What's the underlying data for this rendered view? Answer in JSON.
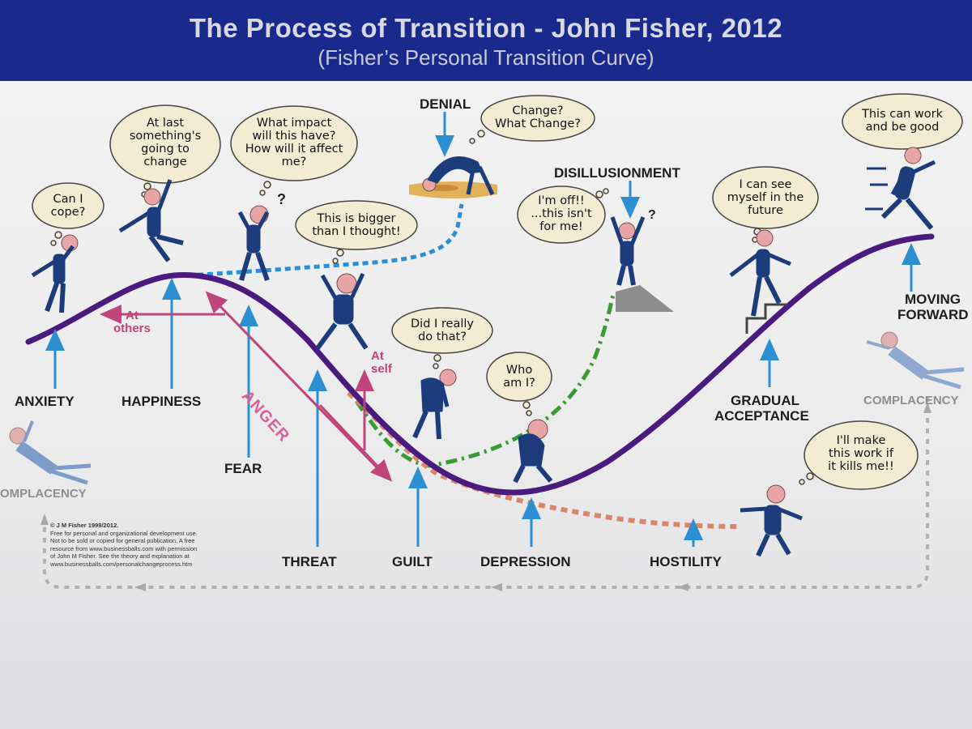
{
  "header": {
    "title": "The Process of Transition - John Fisher, 2012",
    "subtitle": "(Fisher’s  Personal Transition Curve)"
  },
  "stages": {
    "anxiety": "ANXIETY",
    "happiness": "HAPPINESS",
    "fear": "FEAR",
    "threat": "THREAT",
    "guilt": "GUILT",
    "depression": "DEPRESSION",
    "hostility": "HOSTILITY",
    "denial": "DENIAL",
    "disillusionment": "DISILLUSIONMENT",
    "gradual_acceptance_1": "GRADUAL",
    "gradual_acceptance_2": "ACCEPTANCE",
    "moving_forward_1": "MOVING",
    "moving_forward_2": "FORWARD",
    "complacency_left": "OMPLACENCY",
    "complacency_right": "COMPLACENCY"
  },
  "bubbles": {
    "can_i_cope": [
      "Can I",
      "cope?"
    ],
    "at_last": [
      "At last",
      "something's",
      "going to",
      "change"
    ],
    "what_impact": [
      "What impact",
      "will this have?",
      "How will it affect",
      "me?"
    ],
    "bigger": [
      "This is bigger",
      "than I thought!"
    ],
    "change": [
      "Change?",
      "What Change?"
    ],
    "im_off": [
      "I'm off!!",
      "...this isn't",
      "for me!"
    ],
    "did_i": [
      "Did I really",
      "do that?"
    ],
    "who_am_i": [
      "Who",
      "am I?"
    ],
    "see_myself": [
      "I can see",
      "myself in the",
      "future"
    ],
    "can_work": [
      "This can work",
      "and be good"
    ],
    "make_work": [
      "I'll make",
      "this work if",
      "it kills me!!"
    ]
  },
  "annotations": {
    "at_others_1": "At",
    "at_others_2": "others",
    "at_self_1": "At",
    "at_self_2": "self",
    "anger": "ANGER",
    "question_mark": "?"
  },
  "copyright": {
    "line1": "© J M Fisher 1999/2012.",
    "line2": "Free for personal and organizational development use.",
    "line3": "Not to be sold or copied for general publication. A free",
    "line4": "resource from www.businessballs.com with permission",
    "line5": "of John M Fisher. See the theory and explanation at",
    "line6": "www.businessballs.com/personalchangeprocess.htm"
  },
  "colors": {
    "header_bg": "#1a2a8c",
    "main_curve": "#4b1a7f",
    "arrow_blue": "#2b8fd1",
    "denial_path": "#2a8fd8",
    "disillusion_path": "#3a9a33",
    "hostility_path": "#d9876a",
    "anger_pink": "#c0457a",
    "figure_navy": "#1c3c7c",
    "figure_skin": "#e8a5a5"
  }
}
